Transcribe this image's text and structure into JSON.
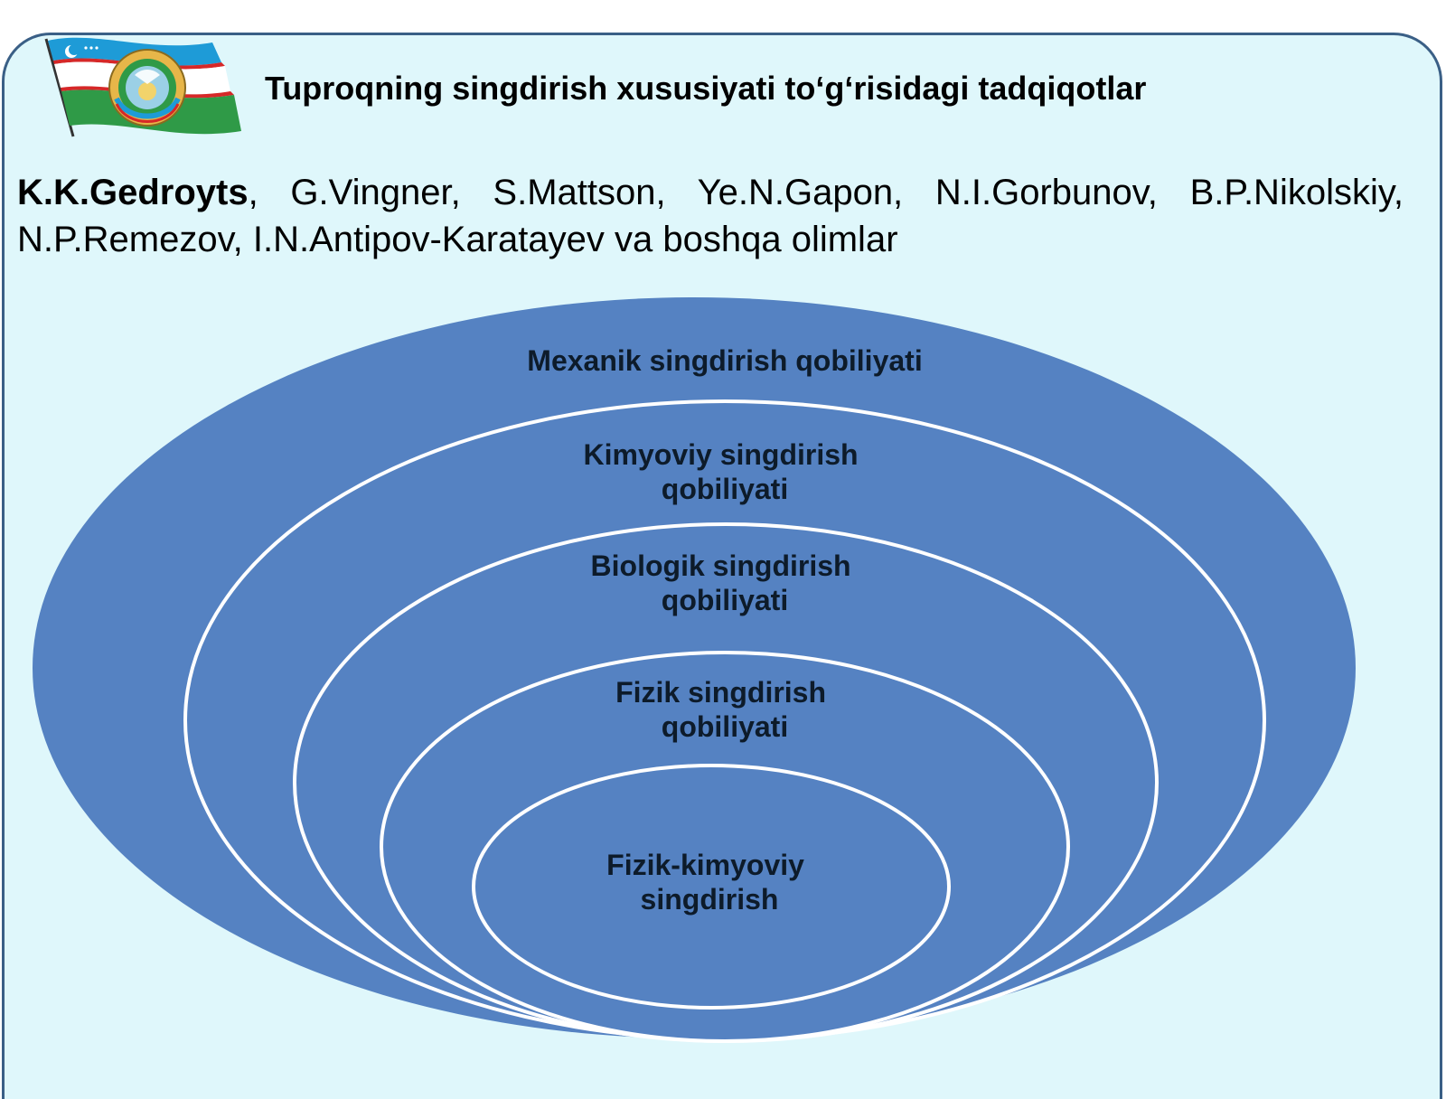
{
  "slide": {
    "title": "Tuproqning singdirish xususiyati to‘g‘risidagi tadqiqotlar",
    "authors_lead": "K.K.Gedroyts",
    "authors_rest": ", G.Vingner, S.Mattson, Ye.N.Gapon, N.I.Gorbunov, B.P.Nikolskiy, N.P.Remezov, I.N.Antipov-Karatayev va boshqa olimlar",
    "emblem_icon": "uzbekistan-flag-and-emblem-icon"
  },
  "diagram": {
    "fill_color": "#5582c2",
    "stroke_color": "#ffffff",
    "rings": [
      {
        "lines": [
          "Mexanik singdirish qobiliyati"
        ]
      },
      {
        "lines": [
          "Kimyoviy singdirish",
          "qobiliyati"
        ]
      },
      {
        "lines": [
          "Biologik singdirish",
          "qobiliyati"
        ]
      },
      {
        "lines": [
          "Fizik singdirish",
          "qobiliyati"
        ]
      },
      {
        "lines": [
          "Fizik-kimyoviy",
          "singdirish"
        ]
      }
    ]
  }
}
